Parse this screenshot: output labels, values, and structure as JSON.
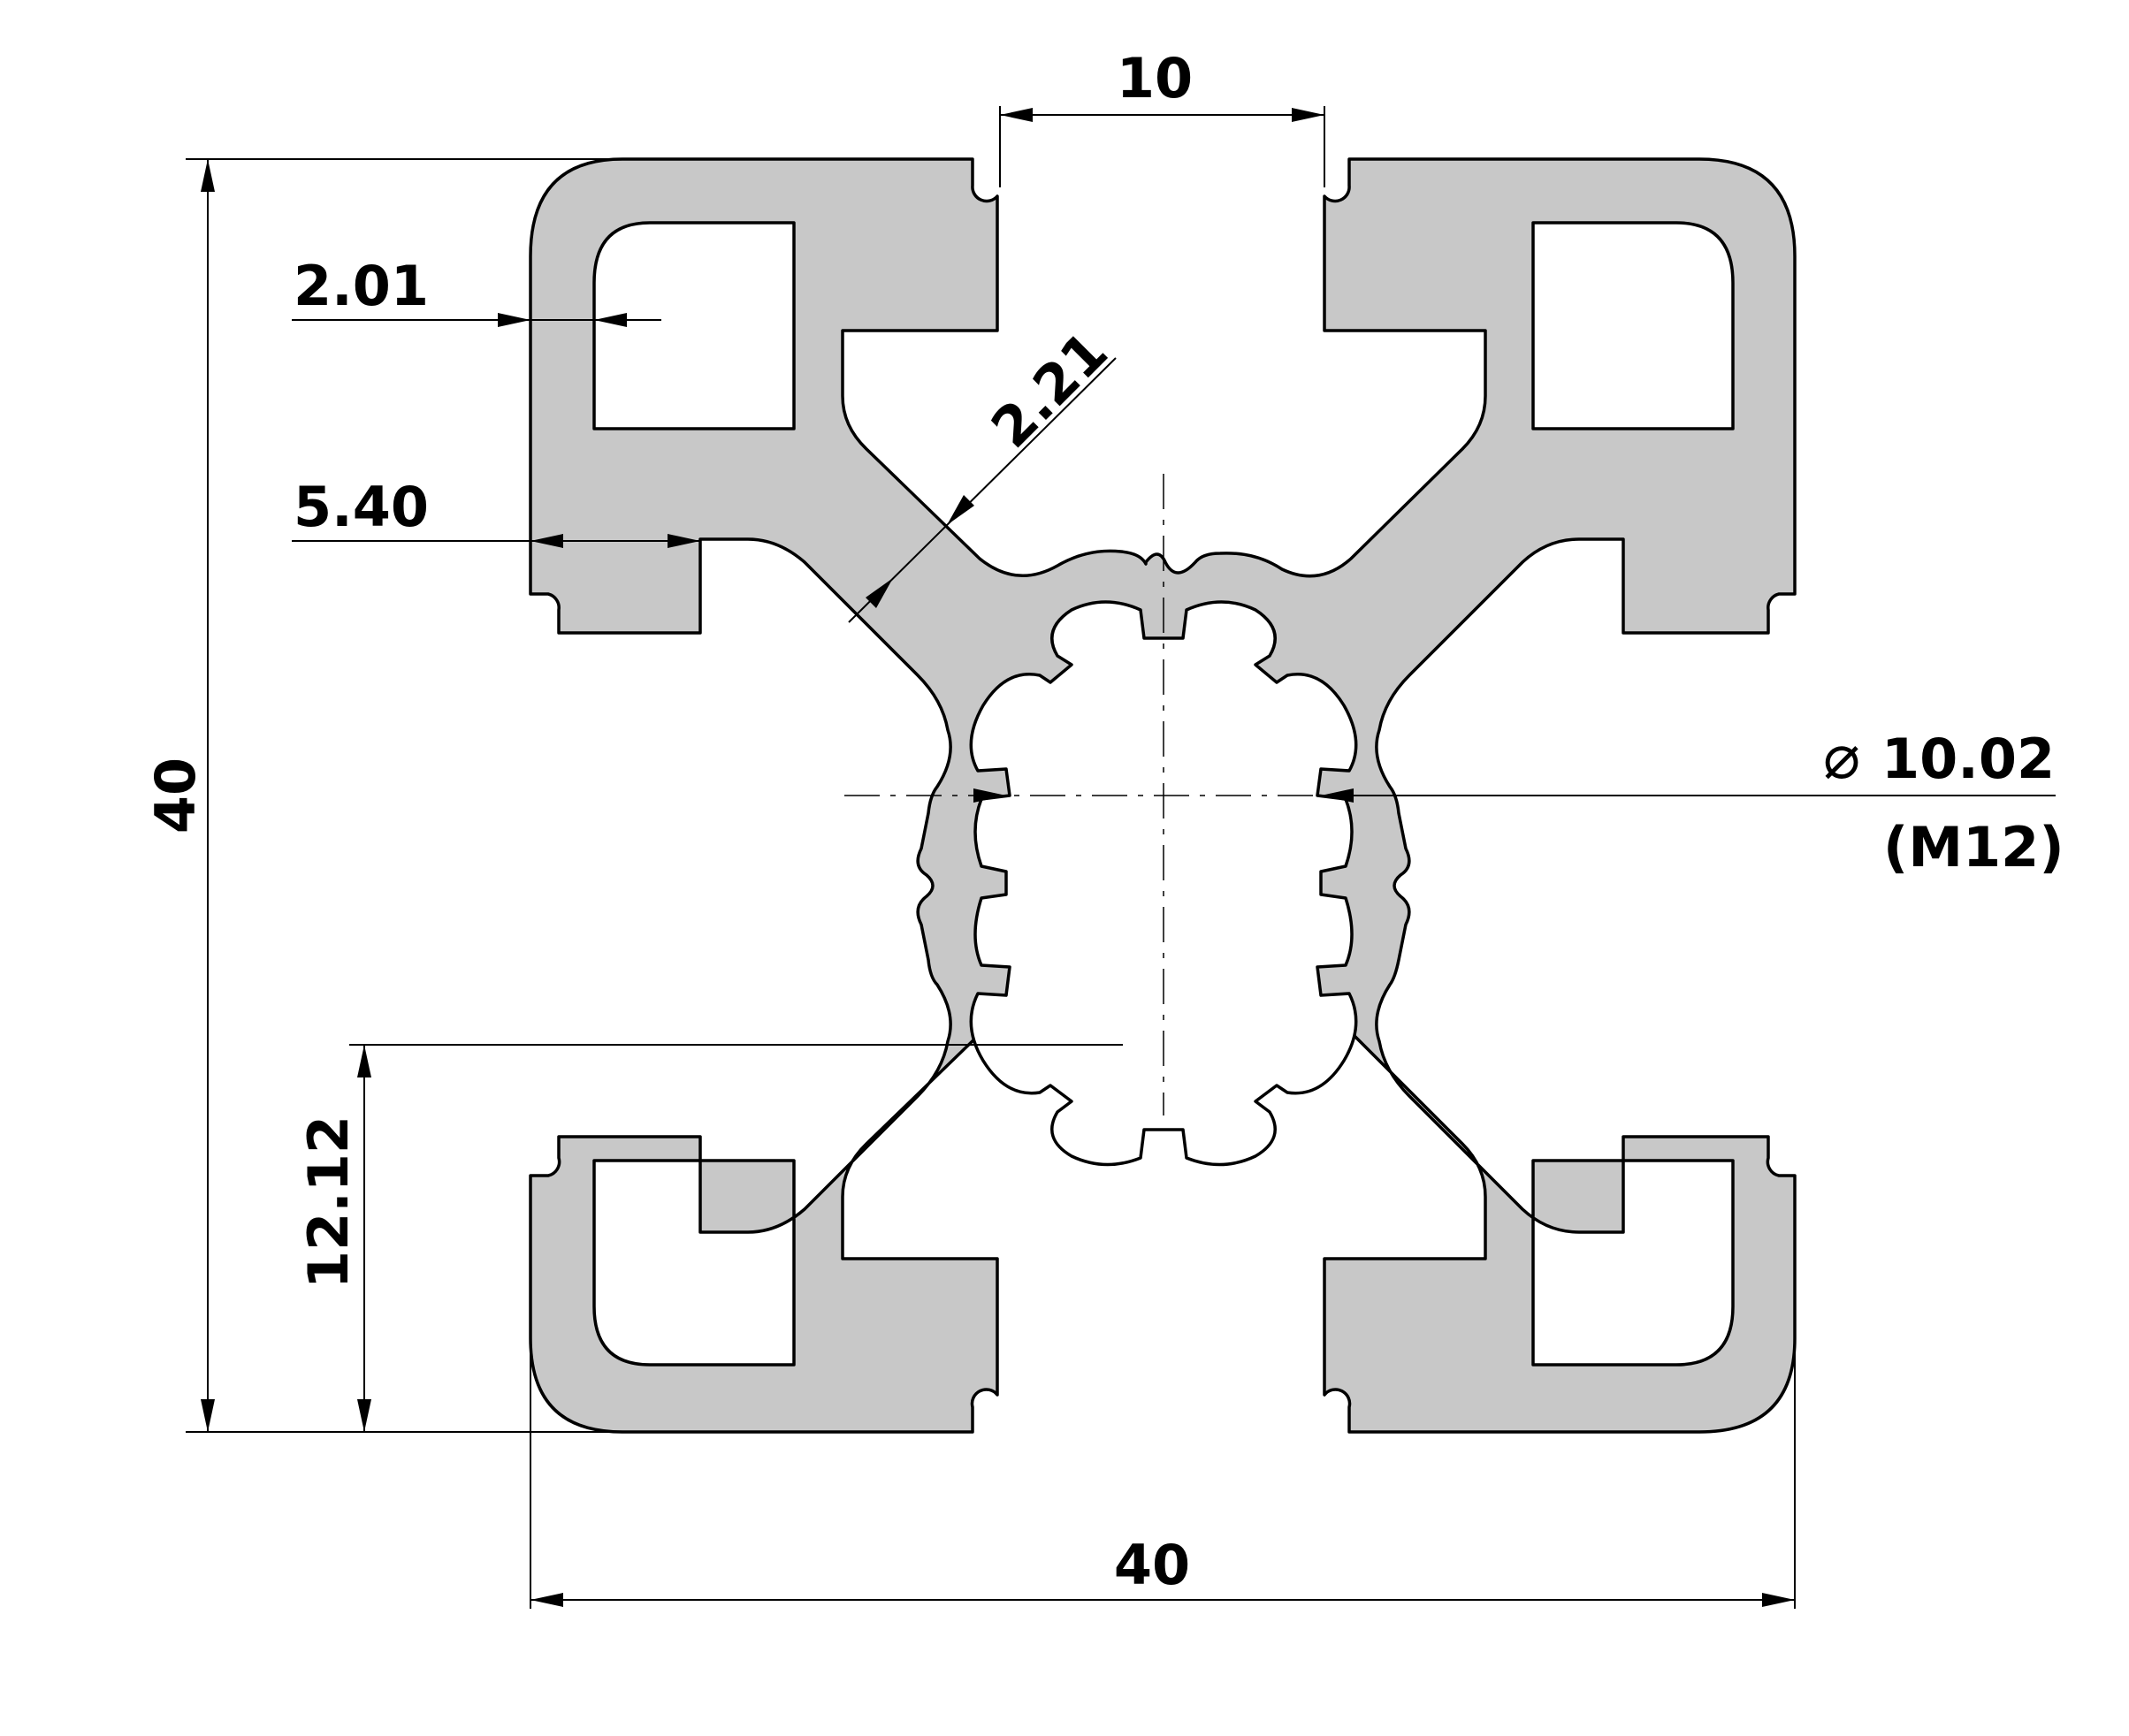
{
  "colors": {
    "profile_fill": "#c8c8c8",
    "outline": "#000000",
    "background": "#ffffff"
  },
  "dimensions": {
    "slot_width": "10",
    "wall_thickness": "2.01",
    "diagonal_web": "2.21",
    "slot_depth": "5.40",
    "overall_height": "40",
    "overall_width": "40",
    "core_offset": "12.12",
    "bore_symbol": "⌀",
    "bore_diameter": "10.02",
    "bore_thread": "(M12)"
  }
}
